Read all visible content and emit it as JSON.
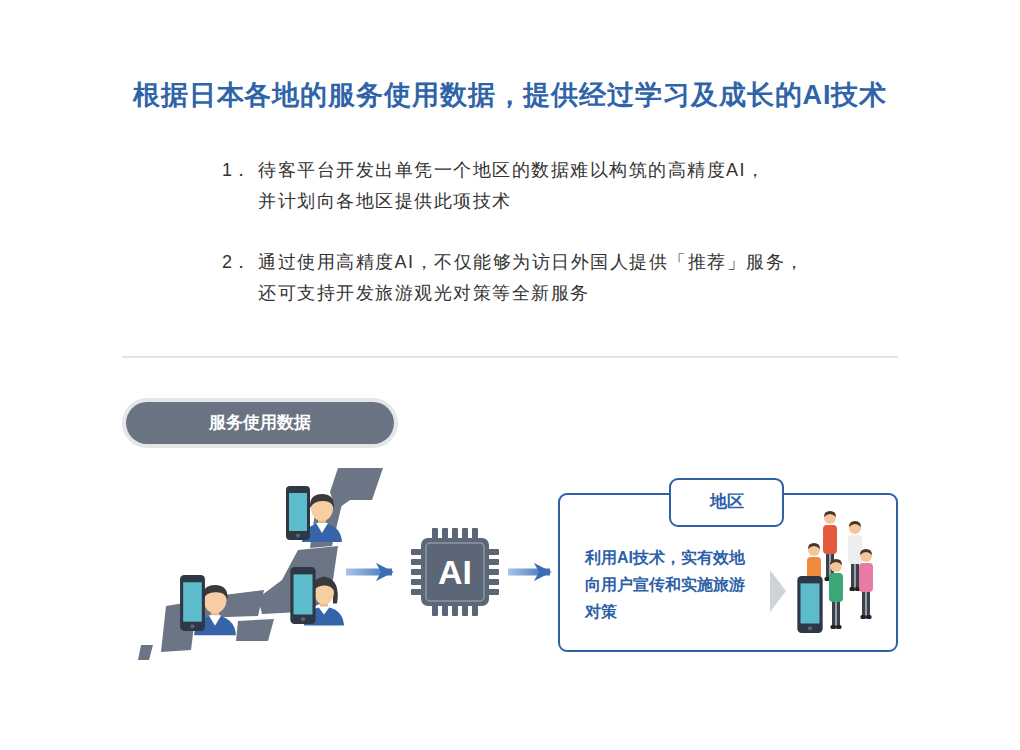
{
  "diagram": {
    "title": "根据日本各地的服务使用数据，提供经过学习及成长的AI技术",
    "nodes": [
      {
        "text": [
          "服务使用数据"
        ]
      },
      {
        "text": [
          "AI"
        ]
      },
      {
        "text": [
          "地区",
          "利用AI技术，实有效地向用户宣传和实施旅游对策"
        ]
      }
    ],
    "edges": [
      {
        "from": 1,
        "to": 2,
        "arrow": "to"
      }
    ],
    "labels": [
      "1．",
      "待客平台开发出单凭一个地区的数据难以构筑的高精度AI，并计划向各地区提供此项技术",
      "2．",
      "通过使用高精度AI，不仅能够为访日外国人提供「推荐」服务，还可支持开发旅游观光对策等全新服务"
    ]
  }
}
